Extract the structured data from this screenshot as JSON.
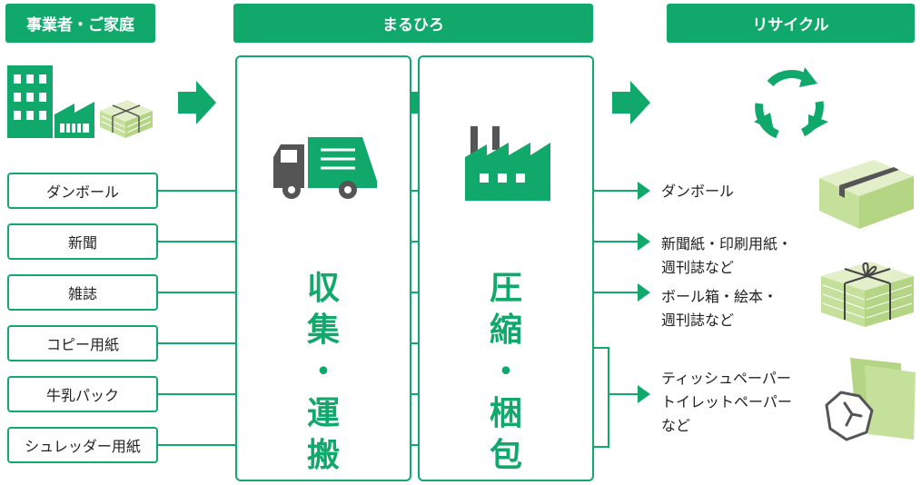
{
  "headers": {
    "source": "事業者・ご家庭",
    "company": "まるひろ",
    "recycle": "リサイクル"
  },
  "sources": [
    "ダンボール",
    "新聞",
    "雑誌",
    "コピー用紙",
    "牛乳パック",
    "シュレッダー用紙"
  ],
  "process": {
    "collect": "収\n集\n・\n運\n搬",
    "compress": "圧\n縮\n・\n梱\n包"
  },
  "outputs": [
    "ダンボール",
    "新聞紙・印刷用紙・\n週刊誌など",
    "ボール箱・絵本・\n週刊誌など",
    "ティッシュペーパー\nトイレットペーパー\nなど"
  ],
  "icons": [
    "building-icon",
    "factory-small-icon",
    "paper-bundle-icon",
    "garbage-truck-icon",
    "factory-icon",
    "recycle-icon",
    "cardboard-box-icon",
    "paper-stack-icon",
    "tissue-icon"
  ],
  "colors": {
    "green": "#11a86c",
    "light_green": "#c5e09a",
    "gray": "#555555"
  }
}
